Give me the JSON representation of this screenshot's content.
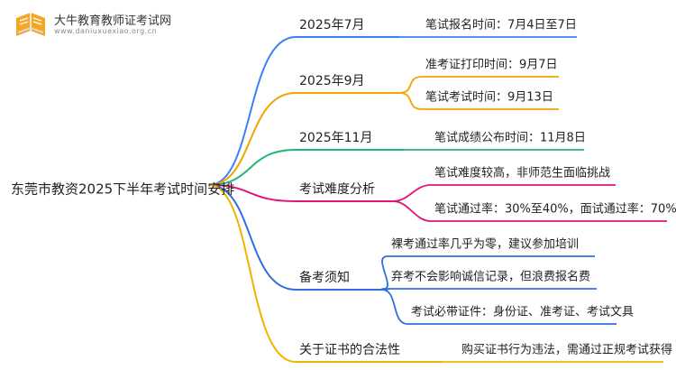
{
  "brand": {
    "name": "大牛教育教师证考试网",
    "url": "www.daniuxuexiao.org.cn",
    "logo_icon": "book-logo-icon"
  },
  "root": {
    "label": "东莞市教资2025下半年考试时间安排"
  },
  "branches": [
    {
      "label": "2025年7月",
      "color": "#3b82f6",
      "leaves": [
        "笔试报名时间：7月4日至7日"
      ]
    },
    {
      "label": "2025年9月",
      "color": "#f0a500",
      "leaves": [
        "准考证打印时间：9月7日",
        "笔试考试时间：9月13日"
      ]
    },
    {
      "label": "2025年11月",
      "color": "#22b573",
      "leaves": [
        "笔试成绩公布时间：11月8日"
      ]
    },
    {
      "label": "考试难度分析",
      "color": "#e0147a",
      "leaves": [
        "笔试难度较高，非师范生面临挑战",
        "笔试通过率：30%至40%，面试通过率：70%"
      ]
    },
    {
      "label": "备考须知",
      "color": "#2f6fe0",
      "leaves": [
        "裸考通过率几乎为零，建议参加培训",
        "弃考不会影响诚信记录，但浪费报名费",
        "考试必带证件：身份证、准考证、考试文具"
      ]
    },
    {
      "label": "关于证书的合法性",
      "color": "#f0b400",
      "leaves": [
        "购买证书行为违法，需通过正规考试获得"
      ]
    }
  ]
}
